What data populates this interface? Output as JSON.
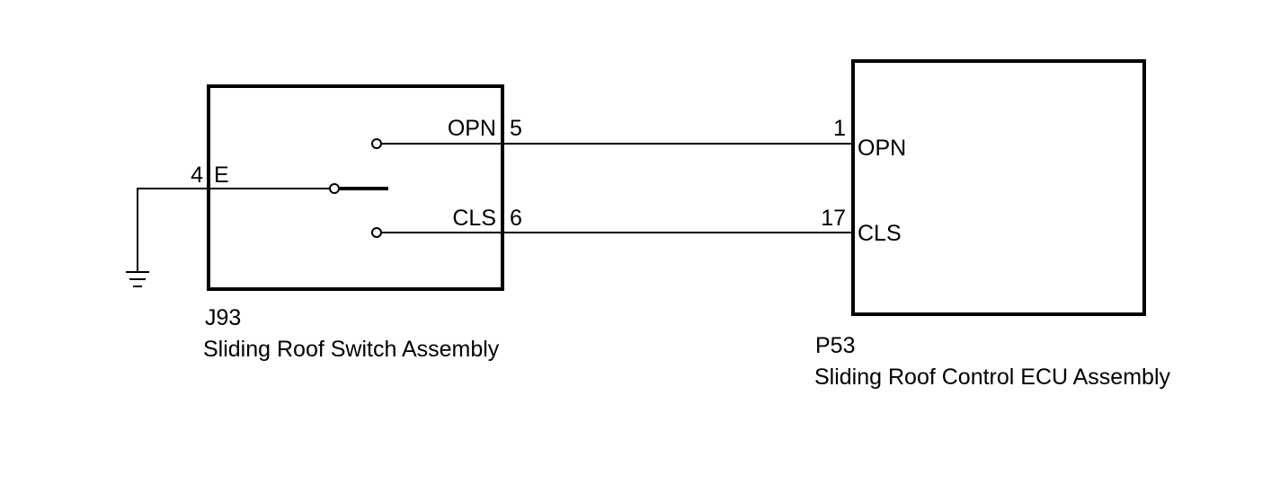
{
  "switch_assembly": {
    "connector_id": "J93",
    "name": "Sliding Roof Switch Assembly",
    "pins": {
      "ground_pin": "4",
      "ground_signal": "E",
      "open_pin": "5",
      "open_signal": "OPN",
      "close_pin": "6",
      "close_signal": "CLS"
    }
  },
  "ecu_assembly": {
    "connector_id": "P53",
    "name": "Sliding Roof Control ECU Assembly",
    "pins": {
      "open_pin": "1",
      "open_signal": "OPN",
      "close_pin": "17",
      "close_signal": "CLS"
    }
  },
  "icons": {
    "ground": "ground-icon",
    "switch": "switch-icon"
  },
  "colors": {
    "line": "#000000",
    "background": "#ffffff"
  }
}
